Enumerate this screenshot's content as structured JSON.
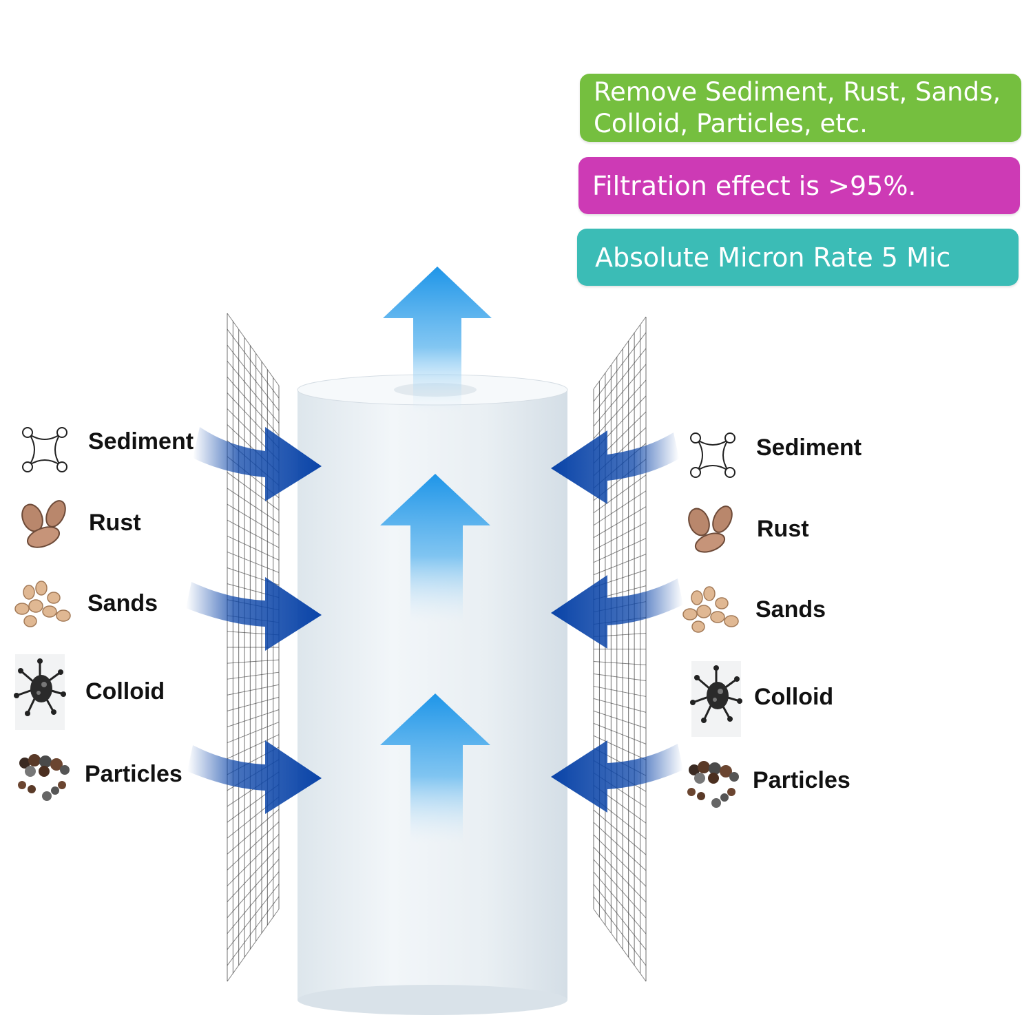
{
  "badges": {
    "remove": "Remove Sediment, Rust, Sands, Colloid, Particles, etc.",
    "filtration": "Filtration effect is >95%.",
    "micron": "Absolute Micron Rate 5 Mic"
  },
  "contaminants_left": [
    "Sediment",
    "Rust",
    "Sands",
    "Colloid",
    "Particles"
  ],
  "contaminants_right": [
    "Sediment",
    "Rust",
    "Sands",
    "Colloid",
    "Particles"
  ],
  "colors": {
    "green_badge": "#75bf3f",
    "magenta_badge": "#cd3ab5",
    "teal_badge": "#3bbcb6",
    "inflow_arrow": "#0a44a8",
    "upflow_arrow": "#2b9fe8",
    "mesh": "#333333"
  },
  "icons": [
    "sediment-icon",
    "rust-icon",
    "sands-icon",
    "colloid-icon",
    "particles-icon"
  ]
}
